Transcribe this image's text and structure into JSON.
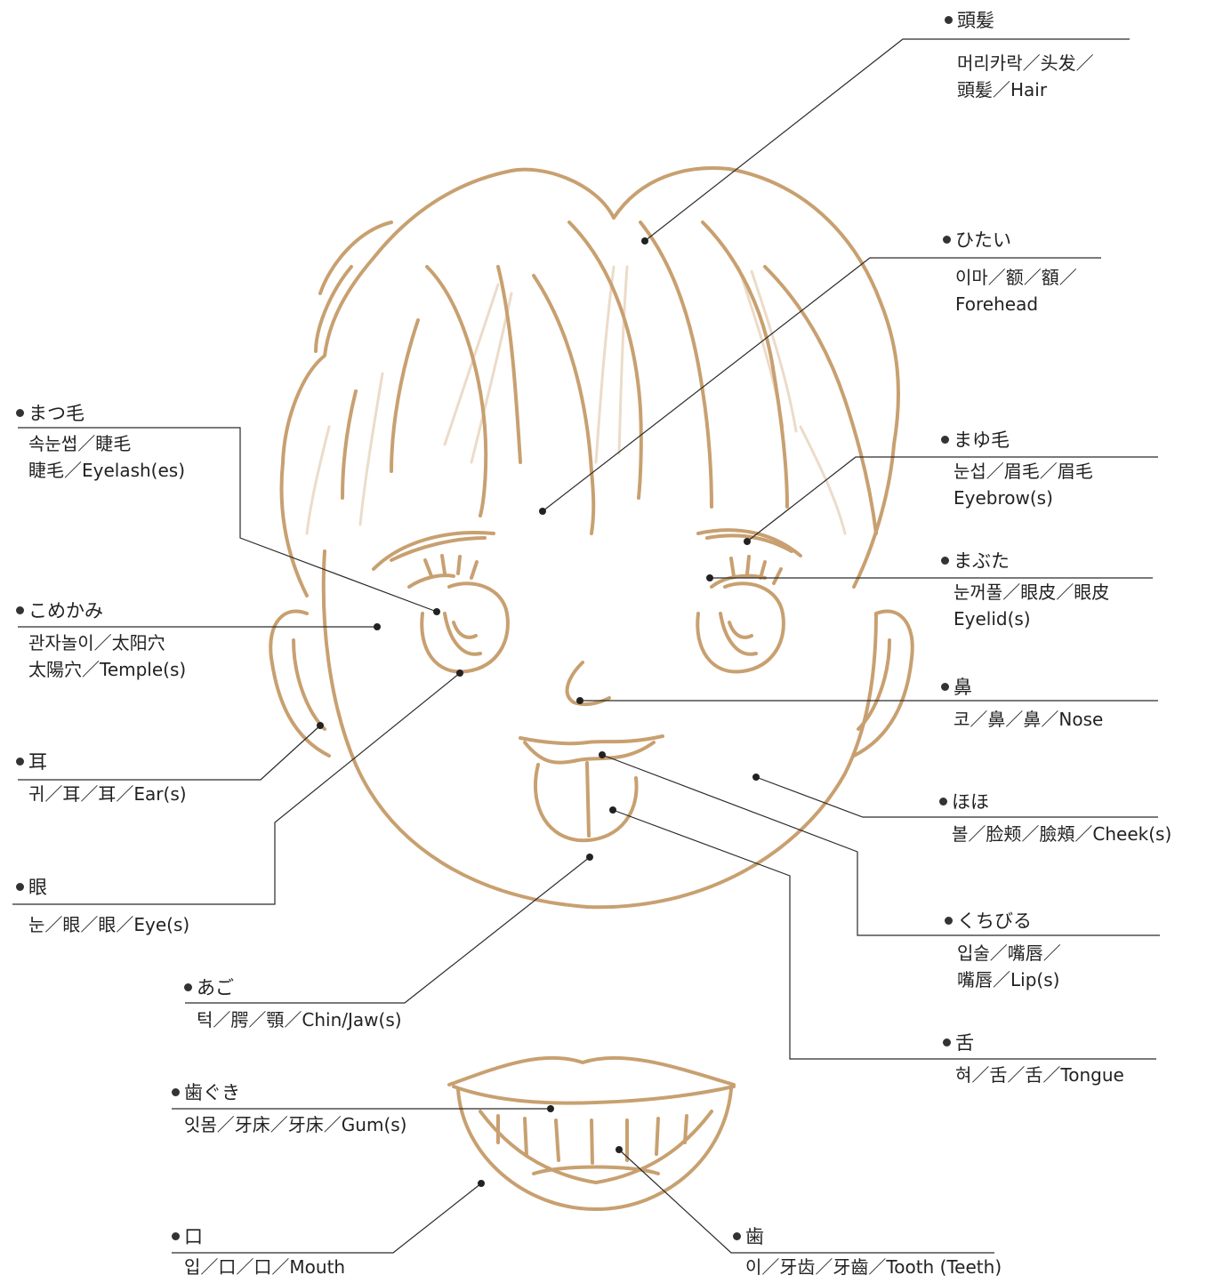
{
  "labels": [
    {
      "id": "hair",
      "head": "頭髪",
      "lines": [
        "머리카락／头发／",
        "頭髪／Hair"
      ]
    },
    {
      "id": "forehead",
      "head": "ひたい",
      "lines": [
        "이마／额／額／",
        "Forehead"
      ]
    },
    {
      "id": "eyelash",
      "head": "まつ毛",
      "lines": [
        "속눈썹／睫毛",
        "睫毛／Eyelash(es)"
      ]
    },
    {
      "id": "eyebrow",
      "head": "まゆ毛",
      "lines": [
        "눈섭／眉毛／眉毛",
        "Eyebrow(s)"
      ]
    },
    {
      "id": "eyelid",
      "head": "まぶた",
      "lines": [
        "눈꺼풀／眼皮／眼皮",
        "Eyelid(s)"
      ]
    },
    {
      "id": "temple",
      "head": "こめかみ",
      "lines": [
        "관자놀이／太阳穴",
        "太陽穴／Temple(s)"
      ]
    },
    {
      "id": "nose",
      "head": "鼻",
      "lines": [
        "코／鼻／鼻／Nose"
      ]
    },
    {
      "id": "ear",
      "head": "耳",
      "lines": [
        "귀／耳／耳／Ear(s)"
      ]
    },
    {
      "id": "cheek",
      "head": "ほほ",
      "lines": [
        "볼／脸颊／臉頰／Cheek(s)"
      ]
    },
    {
      "id": "eye",
      "head": "眼",
      "lines": [
        "눈／眼／眼／Eye(s)"
      ]
    },
    {
      "id": "lip",
      "head": "くちびる",
      "lines": [
        "입술／嘴唇／",
        "嘴唇／Lip(s)"
      ]
    },
    {
      "id": "chin",
      "head": "あご",
      "lines": [
        "턱／腭／顎／Chin/Jaw(s)"
      ]
    },
    {
      "id": "tongue",
      "head": "舌",
      "lines": [
        "혀／舌／舌／Tongue"
      ]
    },
    {
      "id": "gum",
      "head": "歯ぐき",
      "lines": [
        "잇몸／牙床／牙床／Gum(s)"
      ]
    },
    {
      "id": "mouth",
      "head": "口",
      "lines": [
        "입／口／口／Mouth"
      ]
    },
    {
      "id": "tooth",
      "head": "歯",
      "lines": [
        "이／牙齿／牙齒／Tooth (Teeth)"
      ]
    }
  ],
  "colors": {
    "outline": "#c8a070",
    "hair_shade": "#e6d2bc",
    "leader": "#2a2a2a",
    "dot": "#222222"
  }
}
